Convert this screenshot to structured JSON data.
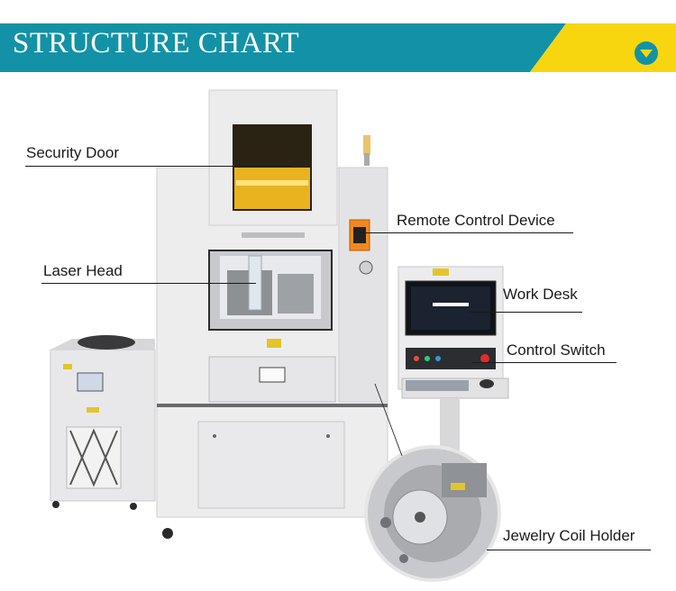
{
  "header": {
    "title": "STRUCTURE CHART",
    "dropdown_icon": "chevron-down-icon",
    "colors": {
      "teal": "#1392a7",
      "yellow": "#f7d60f"
    }
  },
  "labels": {
    "security_door": "Security Door",
    "remote_control": "Remote Control Device",
    "laser_head": "Laser Head",
    "work_desk": "Work Desk",
    "control_switch": "Control Switch",
    "coil_holder": "Jewelry Coil Holder"
  }
}
